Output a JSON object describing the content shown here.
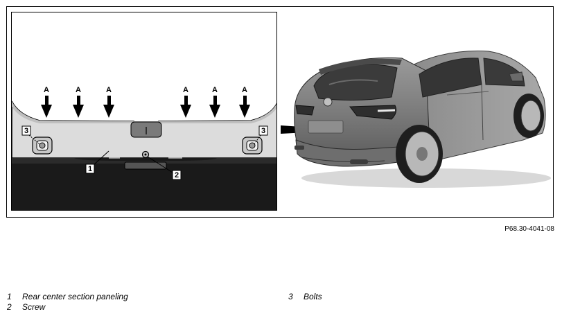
{
  "figure": {
    "reference_code": "P68.30-4041-08",
    "marker_letter": "A",
    "callouts": [
      "1",
      "2",
      "3",
      "3"
    ]
  },
  "legend": [
    {
      "number": "1",
      "text": "Rear center section paneling"
    },
    {
      "number": "2",
      "text": "Screw"
    },
    {
      "number": "3",
      "text": "Bolts"
    }
  ]
}
